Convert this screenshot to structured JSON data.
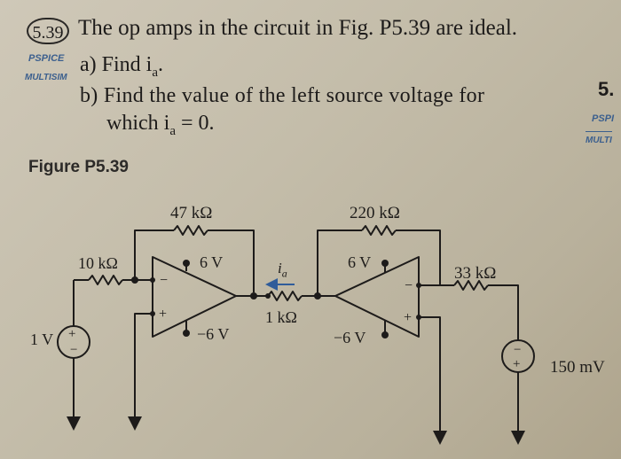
{
  "problem": {
    "number": "5.39",
    "statement": "The op amps in the circuit in Fig. P5.39 are ideal.",
    "tag_pspice": "PSPICE",
    "tag_multisim": "MULTISIM",
    "part_a": "a) Find i",
    "part_a_sub": "a",
    "part_a_end": ".",
    "part_b_line1": "b) Find the value of the left source voltage for",
    "part_b_line2_prefix": "which i",
    "part_b_line2_sub": "a",
    "part_b_line2_suffix": " = 0."
  },
  "side": {
    "number": "5.",
    "tag_pspice": "PSPI",
    "tag_multisim": "MULTI"
  },
  "figure": {
    "label": "Figure P5.39",
    "labels": {
      "r47": "47 kΩ",
      "r220": "220 kΩ",
      "r10": "10 kΩ",
      "r33": "33 kΩ",
      "r1": "1 kΩ",
      "ia": "i",
      "ia_sub": "a",
      "plus6v_left": "6 V",
      "minus6v_left": "−6 V",
      "plus6v_right": "6 V",
      "minus6v_right": "−6 V",
      "source_left": "1 V",
      "source_right": "150 mV",
      "plus": "+",
      "minus": "−"
    }
  },
  "colors": {
    "paper": "#c4bdaa",
    "ink": "#1d1b1a",
    "tag_blue": "#3b5f8e"
  }
}
